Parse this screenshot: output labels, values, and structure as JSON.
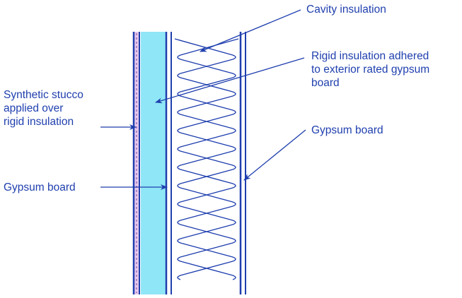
{
  "labels": {
    "cavity_insulation": "Cavity insulation",
    "rigid_insulation": "Rigid insulation adhered\nto exterior rated gypsum\nboard",
    "synthetic_stucco": "Synthetic stucco\napplied over\nrigid insulation",
    "gypsum_board_left": "Gypsum board",
    "gypsum_board_right": "Gypsum board"
  },
  "colors": {
    "line": "#1f3fae",
    "rigid_insulation_fill": "#8fe6f6",
    "stucco_fill": "#e6c9ec"
  }
}
